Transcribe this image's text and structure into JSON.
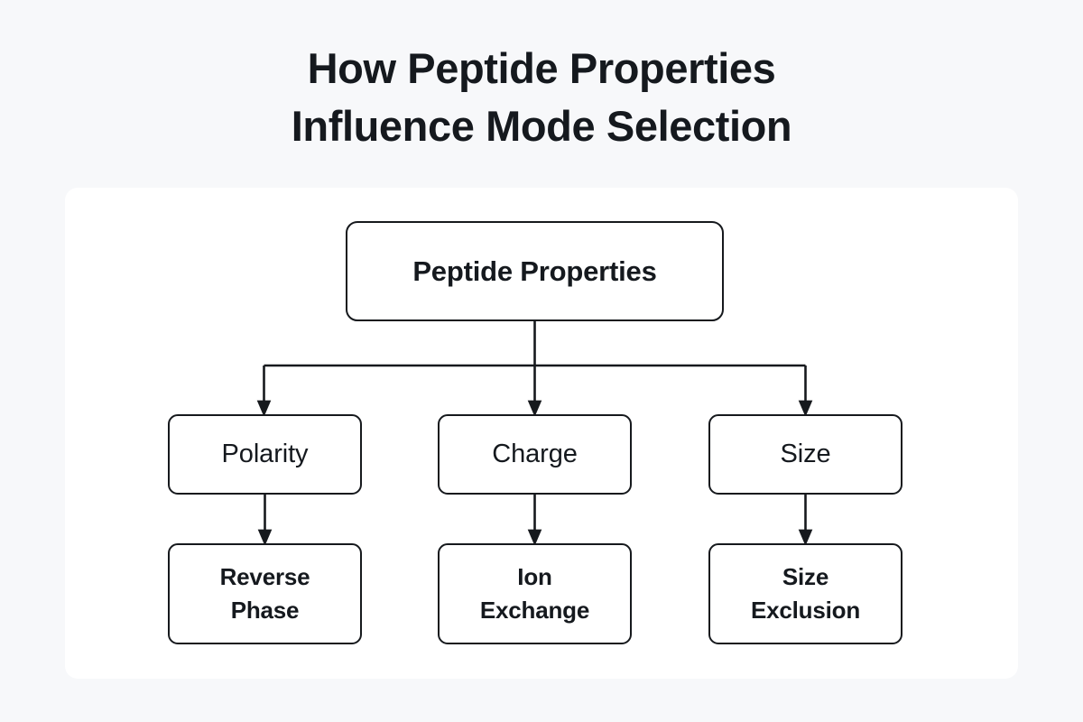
{
  "page": {
    "background_color": "#f7f8fa",
    "card_color": "#ffffff",
    "stroke_color": "#16191d",
    "text_color": "#15191e"
  },
  "title": {
    "line1": "How Peptide Properties",
    "line2": "Influence Mode Selection"
  },
  "diagram": {
    "root": {
      "label": "Peptide Properties"
    },
    "properties": [
      {
        "label": "Polarity"
      },
      {
        "label": "Charge"
      },
      {
        "label": "Size"
      }
    ],
    "modes": [
      {
        "label": "Reverse\nPhase"
      },
      {
        "label": "Ion\nExchange"
      },
      {
        "label": "Size\nExclusion"
      }
    ]
  },
  "chart_data": {
    "type": "diagram",
    "title": "How Peptide Properties Influence Mode Selection",
    "layout": "top-down tree, 3 levels",
    "nodes": [
      {
        "id": "root",
        "label": "Peptide Properties",
        "level": 0
      },
      {
        "id": "polarity",
        "label": "Polarity",
        "level": 1
      },
      {
        "id": "charge",
        "label": "Charge",
        "level": 1
      },
      {
        "id": "size",
        "label": "Size",
        "level": 1
      },
      {
        "id": "reverse-phase",
        "label": "Reverse Phase",
        "level": 2
      },
      {
        "id": "ion-exchange",
        "label": "Ion Exchange",
        "level": 2
      },
      {
        "id": "size-exclusion",
        "label": "Size Exclusion",
        "level": 2
      }
    ],
    "edges": [
      {
        "from": "root",
        "to": "polarity"
      },
      {
        "from": "root",
        "to": "charge"
      },
      {
        "from": "root",
        "to": "size"
      },
      {
        "from": "polarity",
        "to": "reverse-phase"
      },
      {
        "from": "charge",
        "to": "ion-exchange"
      },
      {
        "from": "size",
        "to": "size-exclusion"
      }
    ]
  }
}
